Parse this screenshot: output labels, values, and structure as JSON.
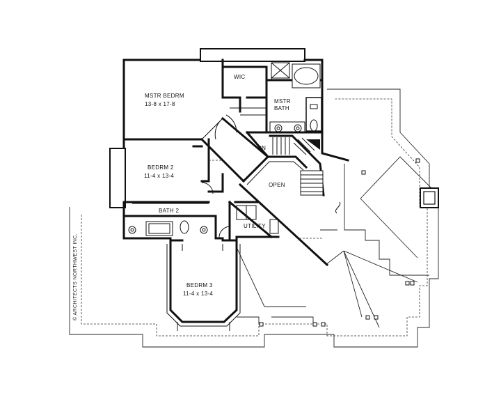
{
  "rooms": {
    "master_bedroom": {
      "name": "MSTR BEDRM",
      "size": "13-8 x 17-8"
    },
    "wic": {
      "name": "WIC"
    },
    "master_bath": {
      "name_line1": "MSTR",
      "name_line2": "BATH"
    },
    "bedroom2": {
      "name": "BEDRM 2",
      "size": "11-4 x 13-4"
    },
    "bath2": {
      "name": "BATH 2"
    },
    "bedroom3": {
      "name": "BEDRM 3",
      "size": "11-4 x 13-4"
    },
    "utility": {
      "name": "UTILITY"
    },
    "open": {
      "name": "OPEN"
    },
    "stairs_down": {
      "name": "DN"
    }
  },
  "copyright": "© ARCHITECTS NORTHWEST INC."
}
